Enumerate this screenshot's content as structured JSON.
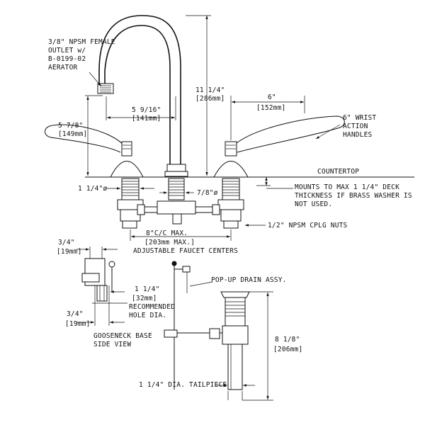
{
  "labels": {
    "outlet_line1": "3/8\" NPSM FEMALE",
    "outlet_line2": "OUTLET w/",
    "outlet_line3": "B-0199-02",
    "outlet_line4": "AERATOR",
    "height_in": "11 1/4\"",
    "height_mm": "[286mm]",
    "reach_in": "5 9/16\"",
    "reach_mm": "[141mm]",
    "handle_spread_in": "6\"",
    "handle_spread_mm": "[152mm]",
    "spout_height_in": "5 7/8\"",
    "spout_height_mm": "[149mm]",
    "handles_line1": "6\" WRIST",
    "handles_line2": "ACTION",
    "handles_line3": "HANDLES",
    "countertop": "COUNTERTOP",
    "hole_dia": "1 1/4\"ø",
    "center_dia": "7/8\"ø",
    "deck_line1": "MOUNTS TO MAX 1 1/4\" DECK",
    "deck_line2": "THICKNESS IF BRASS WASHER IS",
    "deck_line3": "NOT USED.",
    "cplg_nuts": "1/2\" NPSM CPLG NUTS",
    "centers_in": "8\"C/C MAX.",
    "centers_mm": "[203mm MAX.]",
    "centers_label": "ADJUSTABLE FAUCET CENTERS",
    "base_top_in": "3/4\"",
    "base_top_mm": "[19mm]",
    "base_hole_in": "1 1/4\"",
    "base_hole_mm": "[32mm]",
    "recommended_line1": "RECOMMENDED",
    "recommended_line2": "HOLE DIA.",
    "base_bottom_in": "3/4\"",
    "base_bottom_mm": "[19mm]",
    "gooseneck_line1": "GOOSENECK BASE",
    "gooseneck_line2": "SIDE VIEW",
    "popup_drain": "POP-UP DRAIN ASSY.",
    "drain_height_in": "8 1/8\"",
    "drain_height_mm": "[206mm]",
    "tailpiece": "1 1/4\" DIA. TAILPIECE"
  }
}
